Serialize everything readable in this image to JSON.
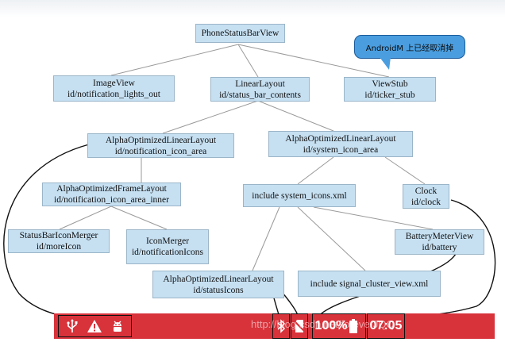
{
  "nodes": {
    "phone_status_bar_view": {
      "line1": "PhoneStatusBarView"
    },
    "image_view": {
      "line1": "ImageView",
      "line2": "id/notification_lights_out"
    },
    "linear_layout": {
      "line1": "LinearLayout",
      "line2": "id/status_bar_contents"
    },
    "view_stub": {
      "line1": "ViewStub",
      "line2": "id/ticker_stub"
    },
    "notification_icon_area": {
      "line1": "AlphaOptimizedLinearLayout",
      "line2": "id/notification_icon_area"
    },
    "system_icon_area": {
      "line1": "AlphaOptimizedLinearLayout",
      "line2": "id/system_icon_area"
    },
    "notification_icon_area_inner": {
      "line1": "AlphaOptimizedFrameLayout",
      "line2": "id/notification_icon_area_inner"
    },
    "system_icons_xml": {
      "line1": "include system_icons.xml"
    },
    "clock": {
      "line1": "Clock",
      "line2": "id/clock"
    },
    "more_icon": {
      "line1": "StatusBarIconMerger",
      "line2": "id/moreIcon"
    },
    "notification_icons": {
      "line1": "IconMerger",
      "line2": "id/notificationIcons"
    },
    "battery": {
      "line1": "BatteryMeterView",
      "line2": "id/battery"
    },
    "status_icons": {
      "line1": "AlphaOptimizedLinearLayout",
      "line2": "id/statusIcons"
    },
    "signal_cluster_view": {
      "line1": "include signal_cluster_view.xml"
    }
  },
  "callout": {
    "text": "AndroidM 上已经取消掉"
  },
  "status_bar": {
    "battery_text": "100%",
    "clock_text": "07:05",
    "watermark": "http://blog.csdn.net/foreverJQQ",
    "color": "#d8323a",
    "left_icons": [
      "usb-icon",
      "warning-icon",
      "android-debug-icon"
    ],
    "right_icons": [
      "bluetooth-icon",
      "no-sim-icon",
      "battery-icon"
    ]
  },
  "colors": {
    "node_fill": "#c6e0f2",
    "node_border": "#9bb5c8",
    "callout_fill": "#4a9ee0"
  }
}
